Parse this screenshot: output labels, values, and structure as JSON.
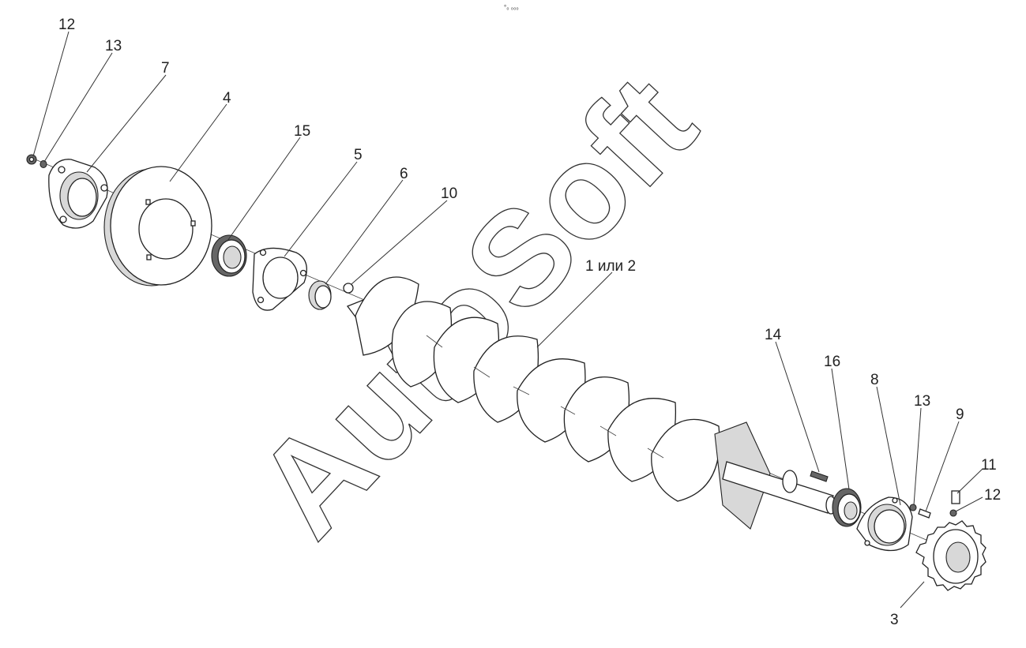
{
  "header": {
    "mark": "°₀ ₀₀₀"
  },
  "watermark": {
    "text": "AutoSoft"
  },
  "labels": {
    "l12a": "12",
    "l13a": "13",
    "l7": "7",
    "l4": "4",
    "l15": "15",
    "l5": "5",
    "l6": "6",
    "l10": "10",
    "l1or2": "1 или 2",
    "l14": "14",
    "l16": "16",
    "l8": "8",
    "l13b": "13",
    "l9": "9",
    "l11": "11",
    "l12b": "12",
    "l3": "3"
  }
}
